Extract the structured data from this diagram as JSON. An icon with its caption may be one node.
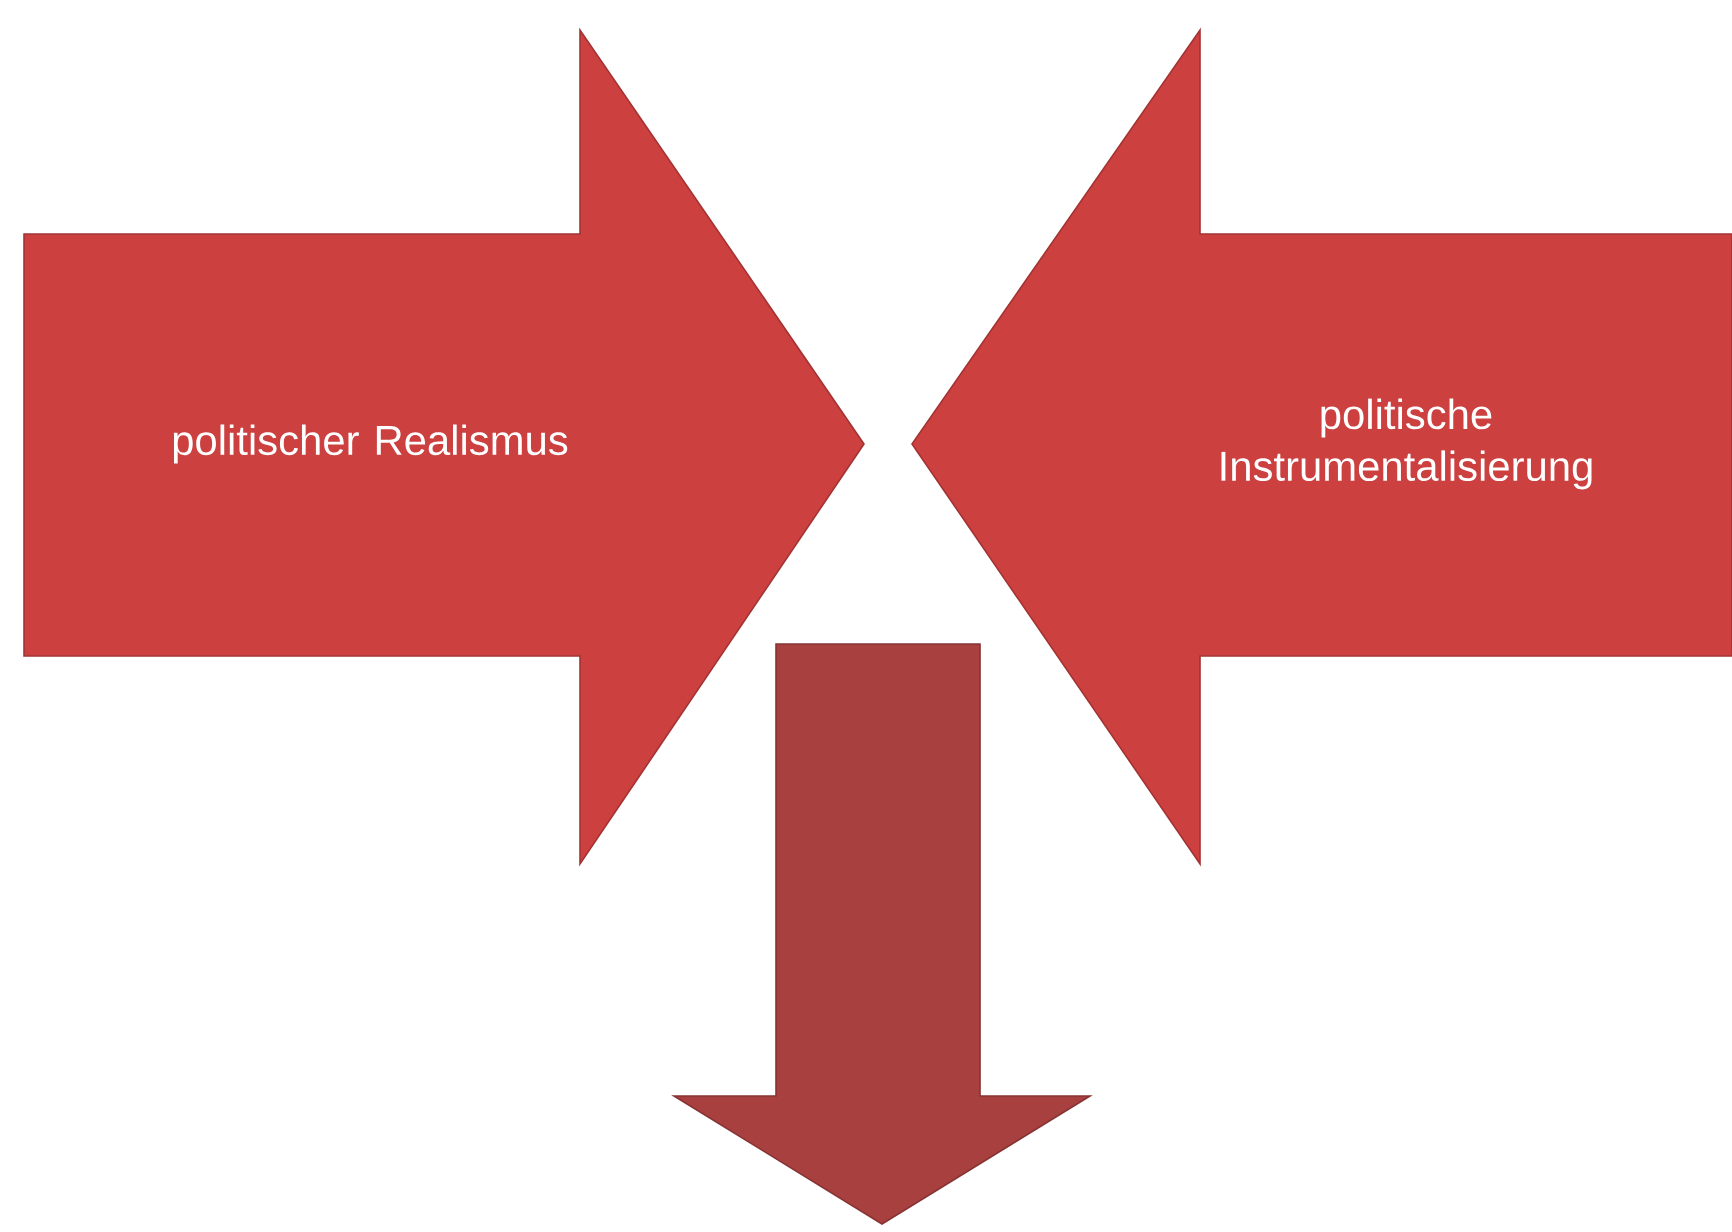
{
  "diagram": {
    "nodes": [
      {
        "text": [
          "politischer Realismus"
        ]
      },
      {
        "text": [
          "politische Instrumentalisierung"
        ]
      },
      {
        "text": [],
        "shape": "arrow"
      }
    ]
  }
}
